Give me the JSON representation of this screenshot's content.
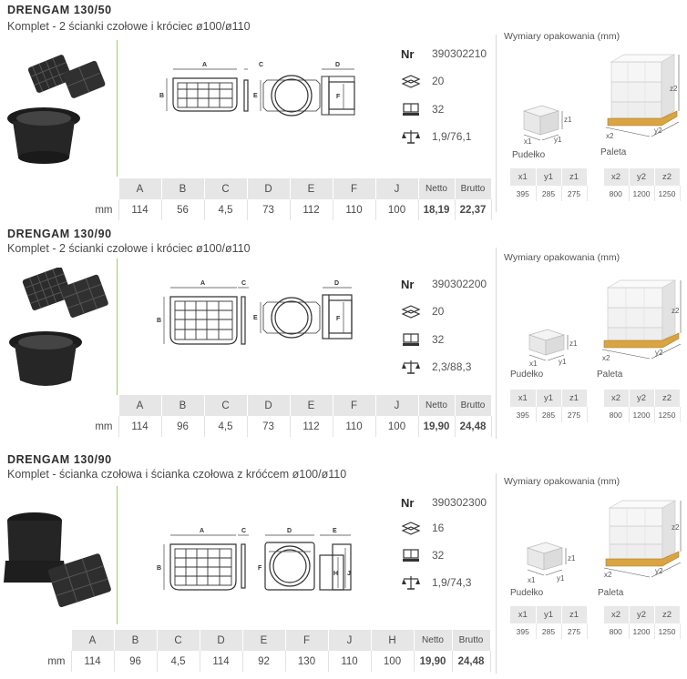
{
  "colors": {
    "accent_green": "#9ecb6b",
    "header_gray": "#e6e6e6",
    "pallet_wood": "#d9a441"
  },
  "sections": [
    {
      "title": "DRENGAM 130/50",
      "subtitle": "Komplet - 2 ścianki czołowe i króciec ø100/ø110",
      "nr_label": "Nr",
      "nr": "390302210",
      "pieces_box": "20",
      "pieces_pallet": "32",
      "weight": "1,9/76,1",
      "pack_title": "Wymiary opakowania (mm)",
      "box_label": "Pudełko",
      "pallet_label": "Paleta",
      "headers": [
        "A",
        "B",
        "C",
        "D",
        "E",
        "F",
        "J",
        "Netto",
        "Brutto"
      ],
      "unit": "mm",
      "values": [
        "114",
        "56",
        "4,5",
        "73",
        "112",
        "110",
        "100",
        "18,19",
        "22,37"
      ],
      "drawing_letters": [
        "A",
        "B",
        "C",
        "D",
        "E",
        "F"
      ],
      "pack_headers": [
        "x1",
        "y1",
        "z1",
        "x2",
        "y2",
        "z2"
      ],
      "pack_values": [
        "395",
        "285",
        "275",
        "800",
        "1200",
        "1250"
      ],
      "axis_box": [
        "x1",
        "y1",
        "z1"
      ],
      "axis_pallet": [
        "x2",
        "y2",
        "z2"
      ]
    },
    {
      "title": "DRENGAM 130/90",
      "subtitle": "Komplet - 2 ścianki czołowe i króciec ø100/ø110",
      "nr_label": "Nr",
      "nr": "390302200",
      "pieces_box": "20",
      "pieces_pallet": "32",
      "weight": "2,3/88,3",
      "pack_title": "Wymiary opakowania (mm)",
      "box_label": "Pudełko",
      "pallet_label": "Paleta",
      "headers": [
        "A",
        "B",
        "C",
        "D",
        "E",
        "F",
        "J",
        "Netto",
        "Brutto"
      ],
      "unit": "mm",
      "values": [
        "114",
        "96",
        "4,5",
        "73",
        "112",
        "110",
        "100",
        "19,90",
        "24,48"
      ],
      "drawing_letters": [
        "A",
        "B",
        "C",
        "D",
        "E",
        "F"
      ],
      "pack_headers": [
        "x1",
        "y1",
        "z1",
        "x2",
        "y2",
        "z2"
      ],
      "pack_values": [
        "395",
        "285",
        "275",
        "800",
        "1200",
        "1250"
      ],
      "axis_box": [
        "x1",
        "y1",
        "z1"
      ],
      "axis_pallet": [
        "x2",
        "y2",
        "z2"
      ]
    },
    {
      "title": "DRENGAM 130/90",
      "subtitle": "Komplet - ścianka czołowa i ścianka czołowa z króćcem ø100/ø110",
      "nr_label": "Nr",
      "nr": "390302300",
      "pieces_box": "16",
      "pieces_pallet": "32",
      "weight": "1,9/74,3",
      "pack_title": "Wymiary opakowania (mm)",
      "box_label": "Pudełko",
      "pallet_label": "Paleta",
      "headers": [
        "A",
        "B",
        "C",
        "D",
        "E",
        "F",
        "J",
        "H",
        "Netto",
        "Brutto"
      ],
      "unit": "mm",
      "values": [
        "114",
        "96",
        "4,5",
        "114",
        "92",
        "130",
        "110",
        "100",
        "19,90",
        "24,48"
      ],
      "drawing_letters": [
        "A",
        "B",
        "C",
        "D",
        "E",
        "F",
        "H",
        "J"
      ],
      "pack_headers": [
        "x1",
        "y1",
        "z1",
        "x2",
        "y2",
        "z2"
      ],
      "pack_values": [
        "395",
        "285",
        "275",
        "800",
        "1200",
        "1250"
      ],
      "axis_box": [
        "x1",
        "y1",
        "z1"
      ],
      "axis_pallet": [
        "x2",
        "y2",
        "z2"
      ]
    }
  ]
}
